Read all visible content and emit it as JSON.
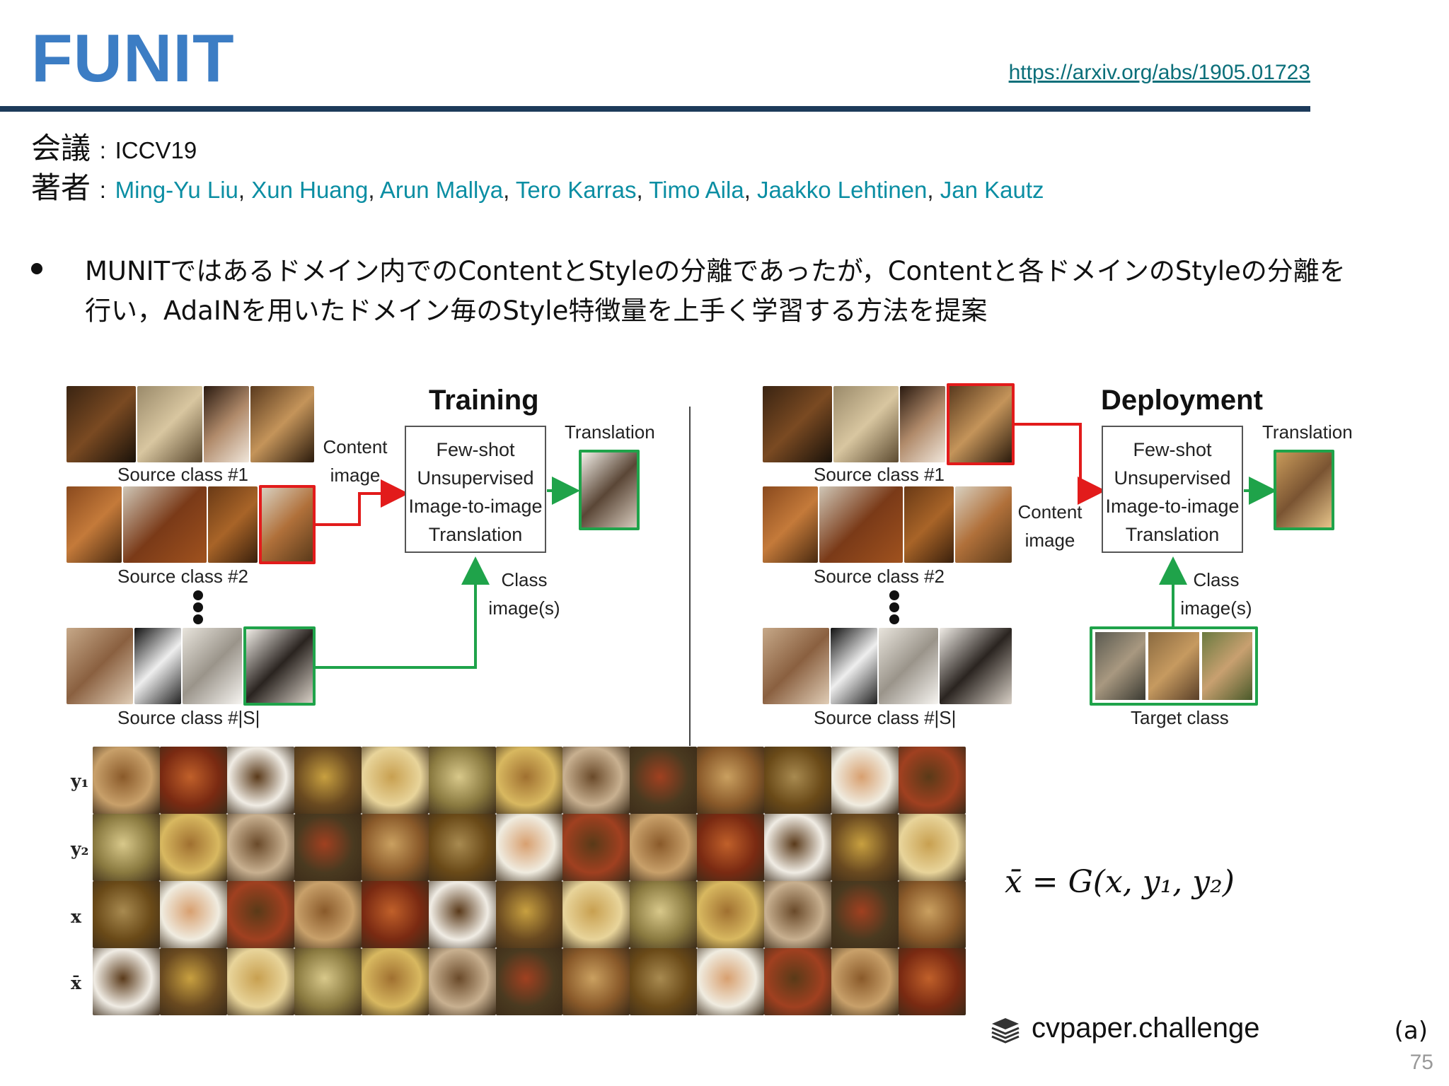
{
  "title": "FUNIT",
  "link": "https://arxiv.org/abs/1905.01723",
  "meta": {
    "conference_key": "会議",
    "conference_value": "ICCV19",
    "authors_key": "著者",
    "colon": ":",
    "authors": [
      "Ming-Yu Liu",
      "Xun Huang",
      "Arun Mallya",
      "Tero Karras",
      "Timo Aila",
      "Jaakko Lehtinen",
      "Jan Kautz"
    ]
  },
  "bullet": {
    "line1": "MUNITではあるドメイン内でのContentとStyleの分離であったが，Contentと各ドメインのStyleの分離を",
    "line2": "行い，AdaINを用いたドメイン毎のStyle特徴量を上手く学習する方法を提案"
  },
  "figure": {
    "training_title": "Training",
    "deployment_title": "Deployment",
    "box_lines": [
      "Few-shot",
      "Unsupervised",
      "Image-to-image",
      "Translation"
    ],
    "content_image_l1": "Content",
    "content_image_l2": "image",
    "translation": "Translation",
    "class_images_l1": "Class",
    "class_images_l2": "image(s)",
    "source_class_1": "Source class #1",
    "source_class_2": "Source class #2",
    "source_class_s": "Source class #|S|",
    "target_class": "Target class"
  },
  "grid": {
    "row_labels": [
      "y₁",
      "y₂",
      "x",
      "x̄"
    ]
  },
  "equation": "x̄ = G(x, y₁, y₂)",
  "brand": "cvpaper.challenge",
  "fig_tag": "(a)",
  "page_number": "75"
}
